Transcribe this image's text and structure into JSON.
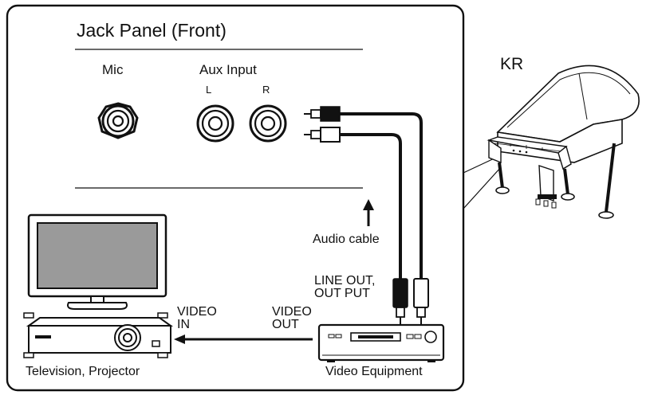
{
  "panel": {
    "title": "Jack Panel (Front)",
    "mic_label": "Mic",
    "aux_label": "Aux Input",
    "aux_left": "L",
    "aux_right": "R"
  },
  "piano": {
    "label": "KR"
  },
  "cable": {
    "label": "Audio cable"
  },
  "video_equipment": {
    "line_out_1": "LINE OUT,",
    "line_out_2": "OUT PUT",
    "video_out_1": "VIDEO",
    "video_out_2": "OUT",
    "label": "Video Equipment"
  },
  "display": {
    "video_in_1": "VIDEO",
    "video_in_2": "IN",
    "label": "Television, Projector"
  }
}
